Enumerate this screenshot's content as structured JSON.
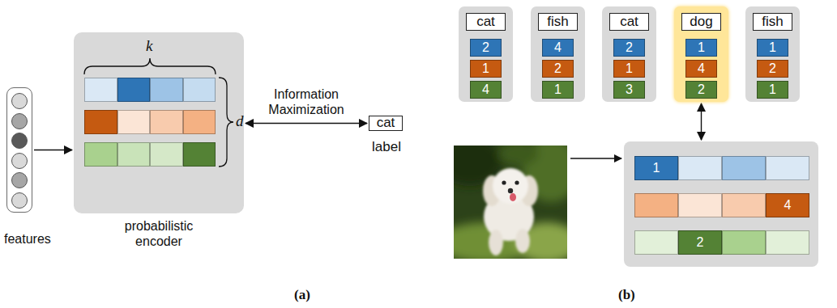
{
  "diagram": {
    "nodes": [
      {
        "text": [
          "features"
        ]
      },
      {
        "text": [
          "probabilistic encoder"
        ]
      },
      {
        "text": [
          "cat",
          "label"
        ]
      },
      {
        "text": []
      },
      {
        "text": [
          "cat"
        ],
        "in": 3
      },
      {
        "text": [
          "2"
        ],
        "in": 3
      },
      {
        "text": [
          "1"
        ],
        "in": 3
      },
      {
        "text": [
          "4"
        ],
        "in": 3
      },
      {
        "text": []
      },
      {
        "text": [
          "fish"
        ],
        "in": 8
      },
      {
        "text": [
          "4"
        ],
        "in": 8
      },
      {
        "text": [
          "2"
        ],
        "in": 8
      },
      {
        "text": [
          "1"
        ],
        "in": 8
      },
      {
        "text": []
      },
      {
        "text": [
          "cat"
        ],
        "in": 13
      },
      {
        "text": [
          "2"
        ],
        "in": 13
      },
      {
        "text": [
          "1"
        ],
        "in": 13
      },
      {
        "text": [
          "3"
        ],
        "in": 13
      },
      {
        "text": []
      },
      {
        "text": [
          "dog"
        ],
        "in": 18
      },
      {
        "text": [
          "1"
        ],
        "in": 18
      },
      {
        "text": [
          "4"
        ],
        "in": 18
      },
      {
        "text": [
          "2"
        ],
        "in": 18
      },
      {
        "text": []
      },
      {
        "text": [
          "fish"
        ],
        "in": 23
      },
      {
        "text": [
          "1"
        ],
        "in": 23
      },
      {
        "text": [
          "2"
        ],
        "in": 23
      },
      {
        "text": [
          "1"
        ],
        "in": 23
      },
      {
        "text": []
      },
      {
        "text": [
          "1"
        ],
        "in": 28
      },
      {
        "text": [
          "4"
        ],
        "in": 28
      },
      {
        "text": [
          "2"
        ],
        "in": 28
      }
    ],
    "edges": [
      {
        "from": 0,
        "to": 1,
        "arrow": "to"
      },
      {
        "from": 1,
        "to": 2,
        "label": "Information Maximization",
        "arrow": "both"
      },
      {
        "from": 28,
        "to": 18,
        "arrow": "both"
      }
    ],
    "labels": [
      "k",
      "d",
      "(a)",
      "(b)"
    ]
  }
}
